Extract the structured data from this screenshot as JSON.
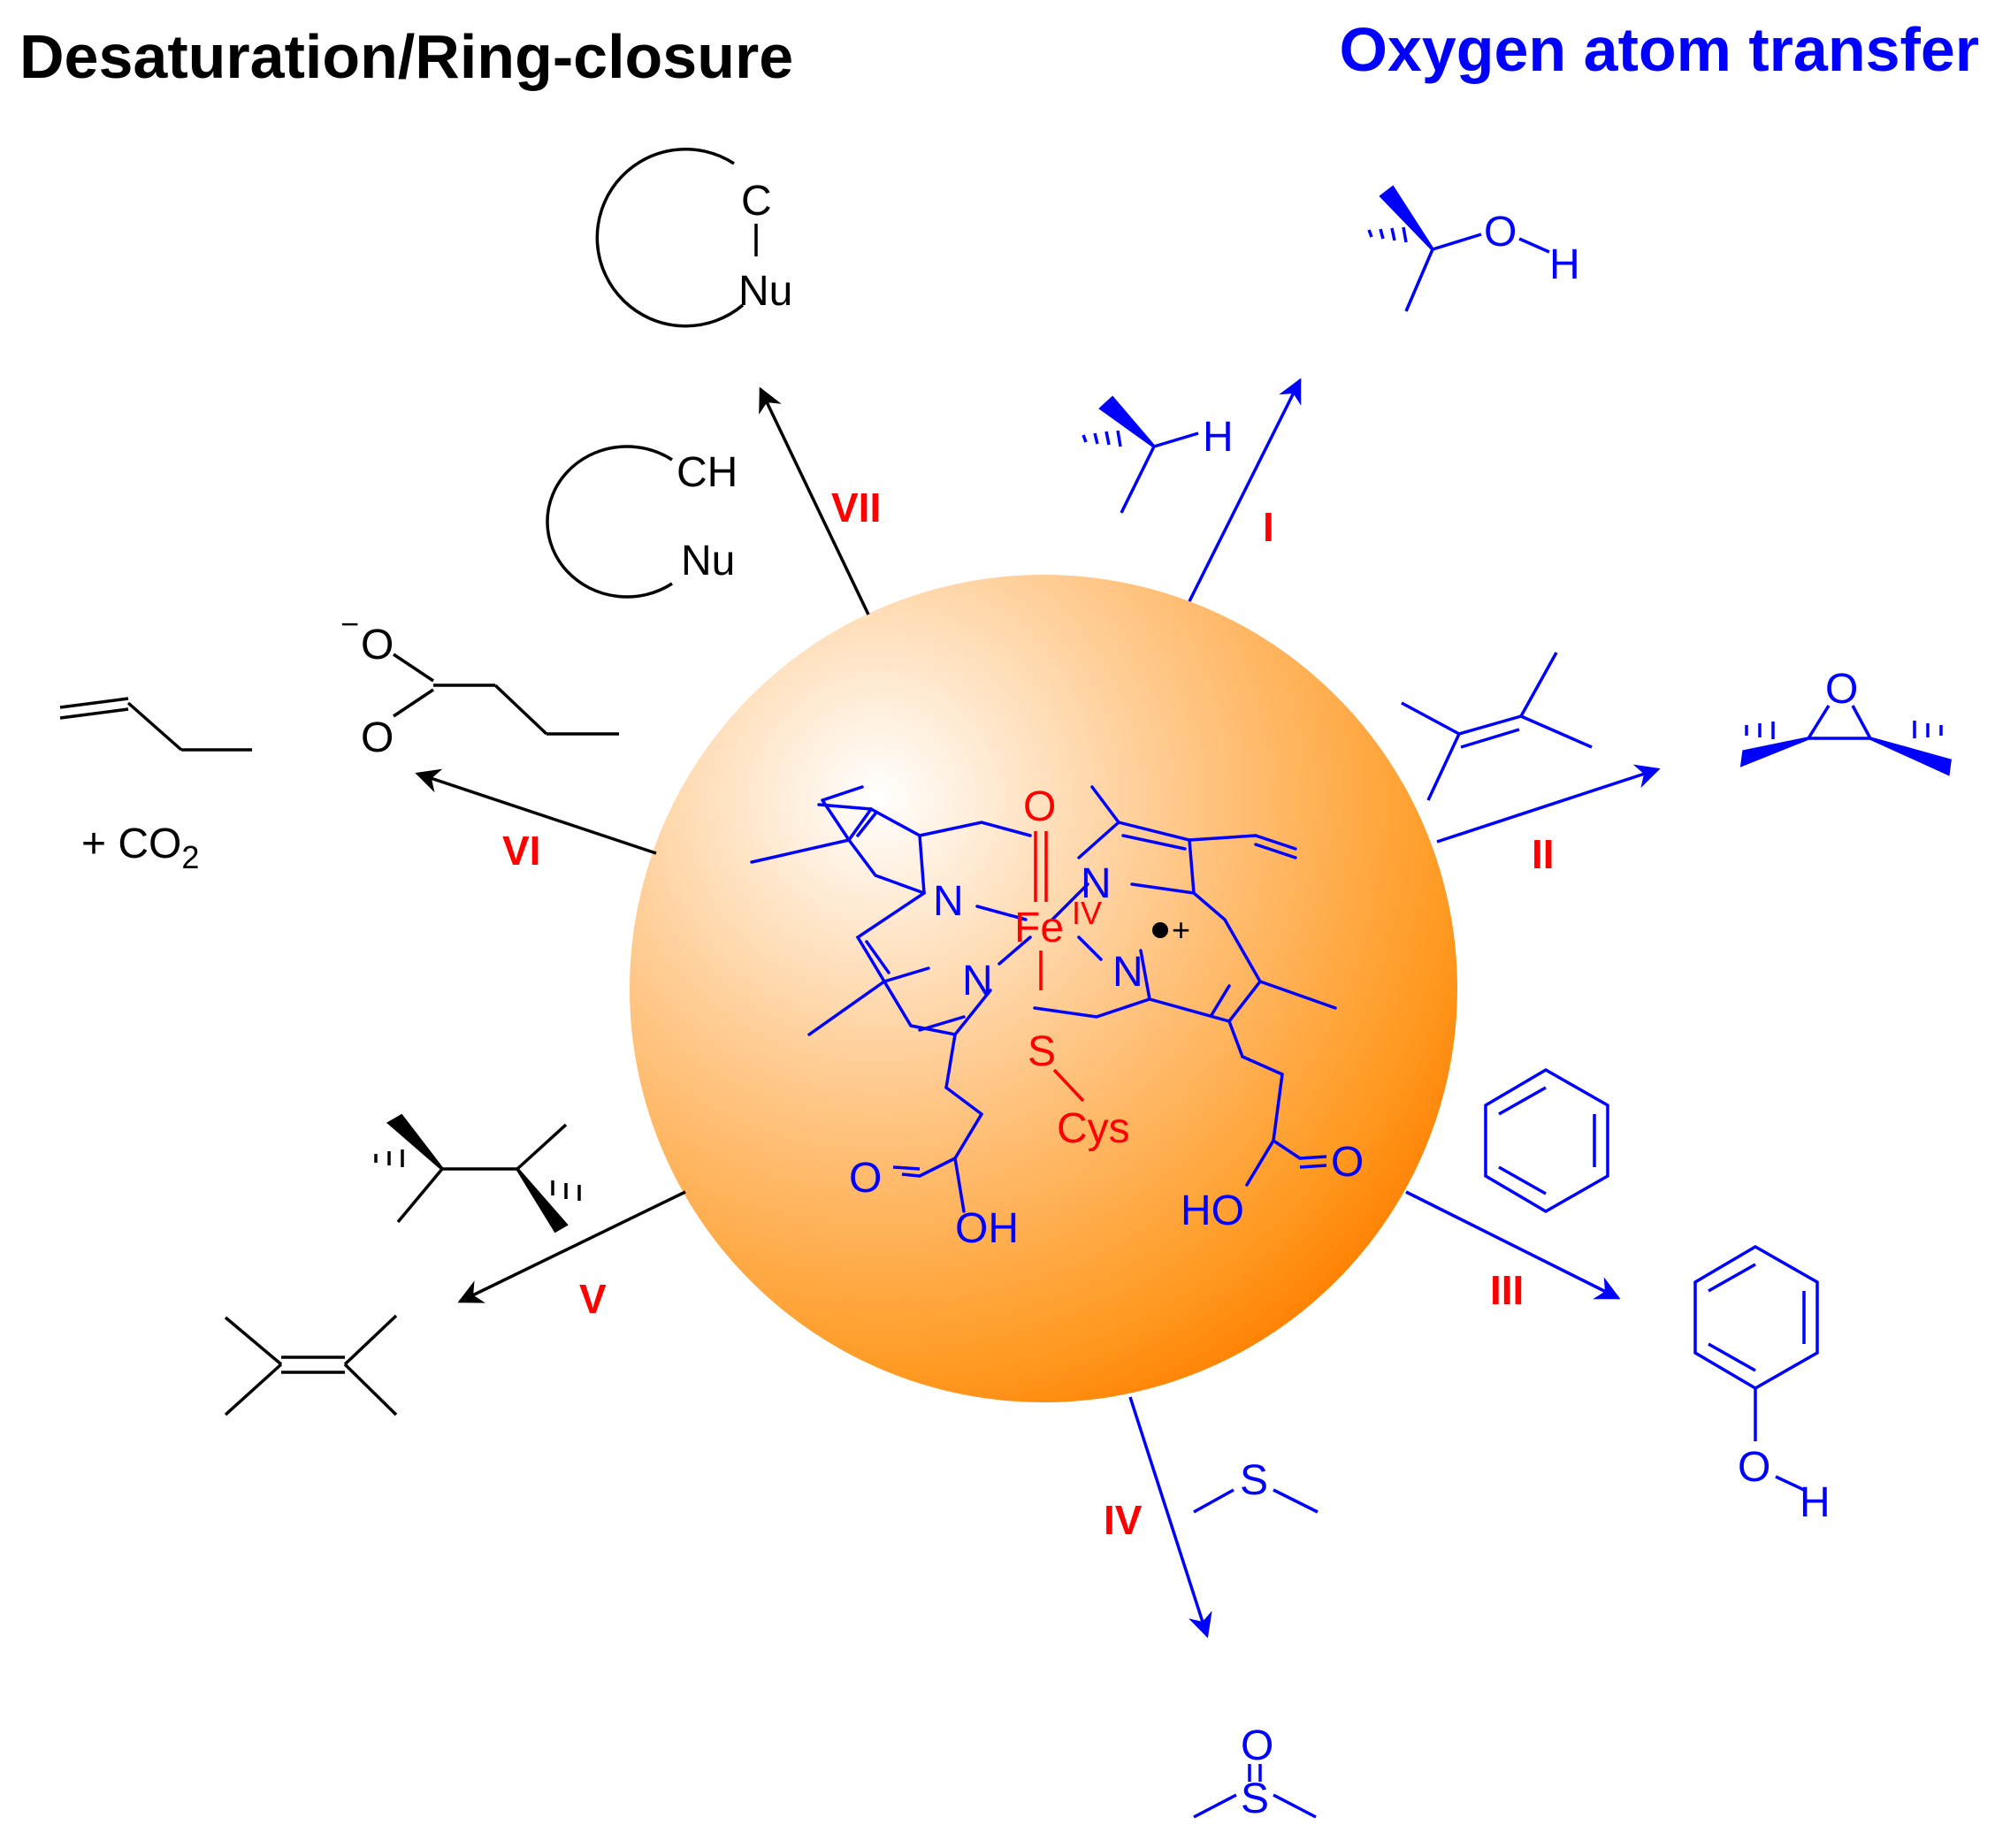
{
  "headings": {
    "left": "Desaturation/Ring-closure",
    "right": "Oxygen atom transfer"
  },
  "colors": {
    "oxygen_transfer": "#0000ff",
    "desaturation": "#000000",
    "numeral": "#ff0000",
    "iron_center": "#ff0000",
    "porphyrin": "#0000ff",
    "sphere_light": "#ffffff",
    "sphere_dark": "#ff8000"
  },
  "center": {
    "oxo": "O",
    "iron": "Fe",
    "iron_ox": "IV",
    "sulfur": "S",
    "cys": "Cys",
    "radical_cation": "+",
    "nitrogen": "N",
    "acid_o": "O",
    "acid_oh_left": "OH",
    "acid_oh_right": "HO"
  },
  "pathways": [
    {
      "numeral": "I",
      "category": "oxygen_transfer"
    },
    {
      "numeral": "II",
      "category": "oxygen_transfer"
    },
    {
      "numeral": "III",
      "category": "oxygen_transfer"
    },
    {
      "numeral": "IV",
      "category": "oxygen_transfer"
    },
    {
      "numeral": "V",
      "category": "desaturation"
    },
    {
      "numeral": "VI",
      "category": "desaturation"
    },
    {
      "numeral": "VII",
      "category": "desaturation"
    }
  ],
  "labels": {
    "hydroxylation_substrate_h": "H",
    "hydroxylation_product_o": "O",
    "hydroxylation_product_h": "H",
    "epoxide_o": "O",
    "phenol_o": "O",
    "phenol_h": "H",
    "sulfide_s": "S",
    "sulfoxide_s": "S",
    "sulfoxide_o": "O",
    "carboxylate_o1": "O",
    "carboxylate_o2": "O",
    "carboxylate_minus": "−",
    "co2_prefix": "+ CO",
    "co2_sub": "2",
    "ring_ch": "CH",
    "ring_nu1": "Nu",
    "ring_c": "C",
    "ring_nu2": "Nu"
  }
}
